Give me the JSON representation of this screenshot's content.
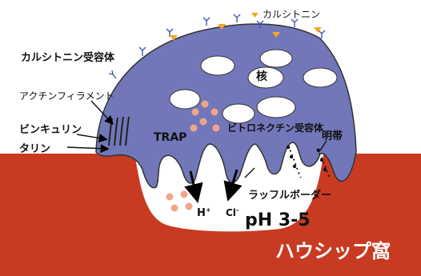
{
  "legend": {
    "calcitonin": "カルシトニン"
  },
  "labels": {
    "calcitonin_receptor": "カルシトニン受容体",
    "actin_filament": "アクチンフィラメント",
    "vinculin": "ビンキュリン",
    "talin": "タリン",
    "nucleus": "核",
    "trap": "TRAP",
    "vitronectin_receptor": "ビトロネクチン受容体",
    "clear_zone": "明帯",
    "ruffled_border": "ラッフルボーダー",
    "h_ion": "H",
    "h_charge": "+",
    "cl_ion": "Cl",
    "cl_charge": "-",
    "ph": "pH 3-5",
    "howship_lacuna": "ハウシップ窩"
  },
  "colors": {
    "osteoclast": "#7177b8",
    "bone": "#c83a22",
    "vesicle": "#f0a58a",
    "calcitonin": "#f5a623",
    "nucleus": "#ffffff"
  }
}
